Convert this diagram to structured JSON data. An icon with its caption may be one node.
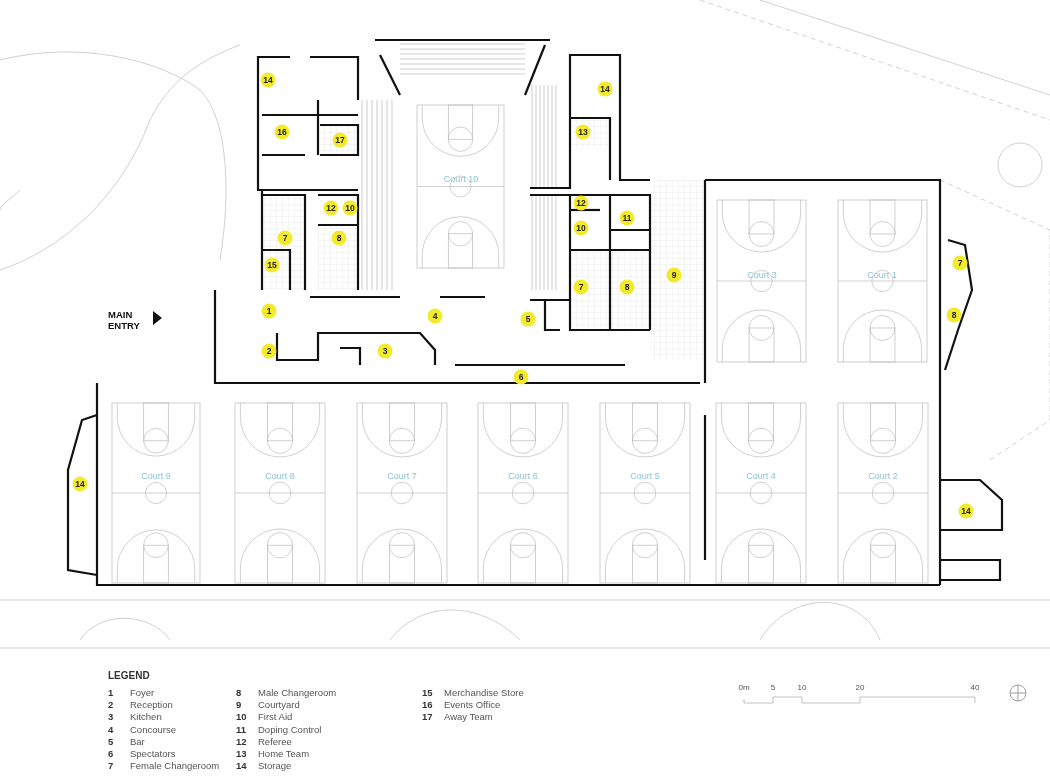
{
  "diagram": {
    "labels": [
      "14",
      "14",
      "16",
      "17",
      "13",
      "Court 10",
      "12",
      "10",
      "12",
      "11",
      "10",
      "7",
      "8",
      "15",
      "9",
      "Court 3",
      "Court 1",
      "7",
      "7",
      "8",
      "MAIN ENTRY",
      "1",
      "4",
      "5",
      "8",
      "2",
      "3",
      "6",
      "Court 9",
      "Court 8",
      "Court 7",
      "Court 6",
      "Court 5",
      "Court 4",
      "Court 2",
      "14",
      "14",
      "LEGEND",
      "1",
      "Foyer",
      "2",
      "Reception",
      "3",
      "Kitchen",
      "4",
      "Concourse",
      "5",
      "Bar",
      "6",
      "Spectators",
      "7",
      "Female Changeroom",
      "8",
      "Male Changeroom",
      "9",
      "Courtyard",
      "10",
      "First Aid",
      "11",
      "Doping Control",
      "12",
      "Referee",
      "13",
      "Home Team",
      "14",
      "Storage",
      "15",
      "Merchandise Store",
      "16",
      "Events Office",
      "17",
      "Away Team",
      "0m",
      "5",
      "10",
      "20",
      "40"
    ]
  }
}
